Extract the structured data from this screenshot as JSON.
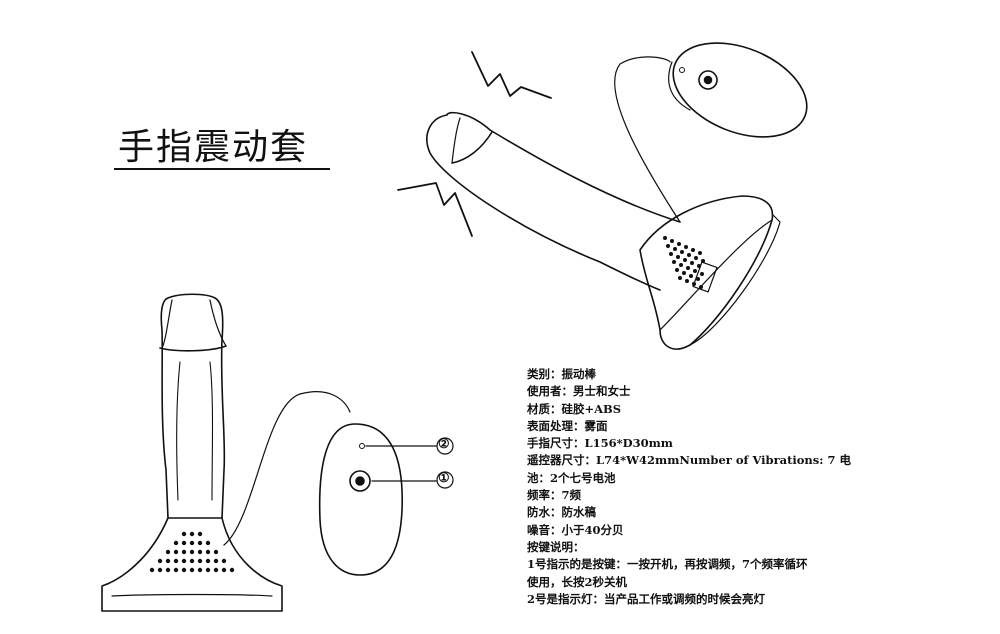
{
  "title": "手指震动套",
  "callouts": {
    "led": "②",
    "button": "①"
  },
  "specs": [
    "类别：振动棒",
    "使用者：男士和女士",
    "材质：硅胶+ABS",
    "表面处理：雾面",
    "手指尺寸：L156*D30mm",
    "遥控器尺寸：L74*W42mmNumber of Vibrations: 7 电",
    "池：2个七号电池",
    "频率：7频",
    "防水：防水稿",
    "噪音：小于40分贝",
    "按键说明：",
    "1号指示的是按键：一按开机，再按调频，7个频率循环",
    "使用，长按2秒关机",
    "2号是指示灯：当产品工作或调频的时候会亮灯"
  ]
}
